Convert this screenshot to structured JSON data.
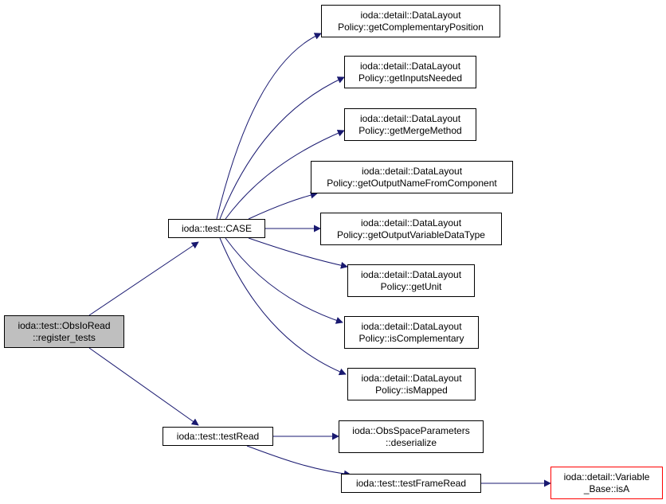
{
  "graph": {
    "edge_color": "#191970",
    "nodes": {
      "register_tests": {
        "line1": "ioda::test::ObsIoRead",
        "line2": "::register_tests"
      },
      "case": {
        "line1": "ioda::test::CASE"
      },
      "testread": {
        "line1": "ioda::test::testRead"
      },
      "get_complementary_position": {
        "line1": "ioda::detail::DataLayout",
        "line2": "Policy::getComplementaryPosition"
      },
      "get_inputs_needed": {
        "line1": "ioda::detail::DataLayout",
        "line2": "Policy::getInputsNeeded"
      },
      "get_merge_method": {
        "line1": "ioda::detail::DataLayout",
        "line2": "Policy::getMergeMethod"
      },
      "get_output_name_from_component": {
        "line1": "ioda::detail::DataLayout",
        "line2": "Policy::getOutputNameFromComponent"
      },
      "get_output_variable_data_type": {
        "line1": "ioda::detail::DataLayout",
        "line2": "Policy::getOutputVariableDataType"
      },
      "get_unit": {
        "line1": "ioda::detail::DataLayout",
        "line2": "Policy::getUnit"
      },
      "is_complementary": {
        "line1": "ioda::detail::DataLayout",
        "line2": "Policy::isComplementary"
      },
      "is_mapped": {
        "line1": "ioda::detail::DataLayout",
        "line2": "Policy::isMapped"
      },
      "deserialize": {
        "line1": "ioda::ObsSpaceParameters",
        "line2": "::deserialize"
      },
      "testframeread": {
        "line1": "ioda::test::testFrameRead"
      },
      "is_a": {
        "line1": "ioda::detail::Variable",
        "line2": "_Base::isA"
      }
    }
  }
}
